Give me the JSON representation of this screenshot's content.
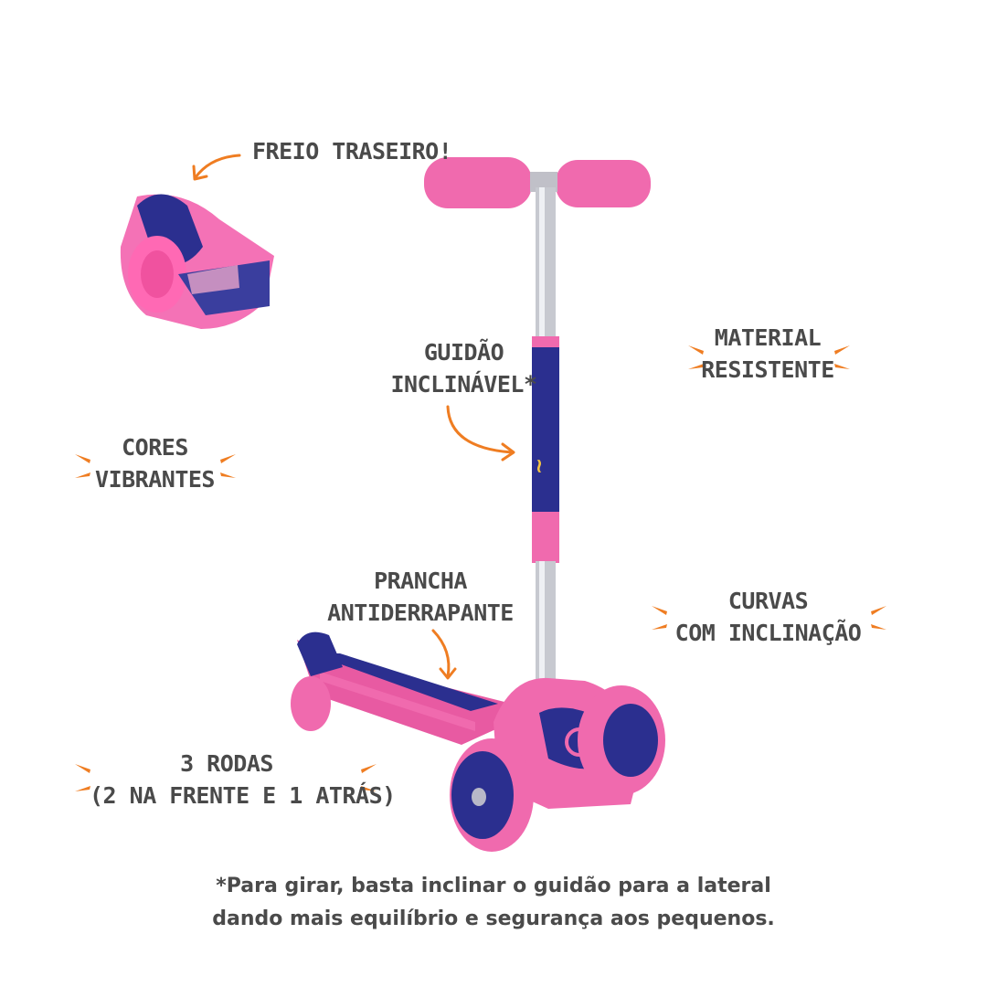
{
  "labels": {
    "freio": "FREIO TRASEIRO!",
    "guidao_1": "GUIDÃO",
    "guidao_2": "INCLINÁVEL*",
    "material_1": "MATERIAL",
    "material_2": "RESISTENTE",
    "cores_1": "CORES",
    "cores_2": "VIBRANTES",
    "prancha_1": "PRANCHA",
    "prancha_2": "ANTIDERRAPANTE",
    "curvas_1": "CURVAS",
    "curvas_2": "COM INCLINAÇÃO",
    "rodas_1": "3 RODAS",
    "rodas_2": "(2 NA FRENTE E 1 ATRÁS)"
  },
  "footnote": {
    "line1": "*Para girar, basta inclinar o guidão para a lateral",
    "line2": "dando mais equilíbrio e segurança aos pequenos."
  },
  "colors": {
    "accent_orange": "#ef7d22",
    "text_gray": "#4a4a4a",
    "scooter_pink": "#f36cb0",
    "scooter_navy": "#2b2f8f"
  },
  "icons": [
    "curved-arrow-icon",
    "spark-icon",
    "scooter-image",
    "rear-brake-zoom-image"
  ]
}
